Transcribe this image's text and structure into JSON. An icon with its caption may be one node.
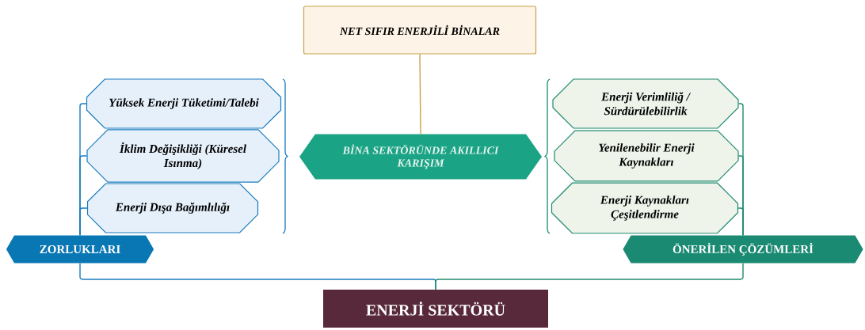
{
  "diagram": {
    "nodes": [
      {
        "text": [
          "NET SIFIR ENERJİLİ BİNALAR"
        ]
      },
      {
        "text": [
          "BİNA SEKTÖRÜNDE AKILLICI KARIŞIM"
        ]
      },
      {
        "text": [
          "Yüksek Enerji Tüketimi/Talebi"
        ]
      },
      {
        "text": [
          "İklim Değişikliği (Küresel Isınma)"
        ]
      },
      {
        "text": [
          "Enerji Dışa Bağımlılığı"
        ]
      },
      {
        "text": [
          "Enerji Verimliliğ / Sürdürülebilirlik"
        ]
      },
      {
        "text": [
          "Yenilenebilir Enerji Kaynakları"
        ]
      },
      {
        "text": [
          "Enerji Kaynakları Çeşitlendirme"
        ]
      },
      {
        "text": [
          "ZORLUKLARI"
        ]
      },
      {
        "text": [
          "ÖNERİLEN ÇÖZÜMLERİ"
        ]
      },
      {
        "text": [
          "ENERJİ SEKTÖRÜ"
        ]
      }
    ],
    "edges": [
      {
        "from": 0,
        "to": 1,
        "arrow": "none",
        "color": "#c9a24d"
      },
      {
        "from": 2,
        "to": 8,
        "arrow": "none",
        "color": "#1a7bbd"
      },
      {
        "from": 3,
        "to": 8,
        "arrow": "none",
        "color": "#1a7bbd"
      },
      {
        "from": 4,
        "to": 8,
        "arrow": "none",
        "color": "#1a7bbd"
      },
      {
        "from": 8,
        "to": 10,
        "arrow": "none",
        "color": "#1a7bbd"
      },
      {
        "from": 5,
        "to": 9,
        "arrow": "none",
        "color": "#1e8a6f"
      },
      {
        "from": 6,
        "to": 9,
        "arrow": "none",
        "color": "#1e8a6f"
      },
      {
        "from": 7,
        "to": 9,
        "arrow": "none",
        "color": "#1e8a6f"
      },
      {
        "from": 9,
        "to": 10,
        "arrow": "none",
        "color": "#1e8a6f"
      }
    ]
  }
}
